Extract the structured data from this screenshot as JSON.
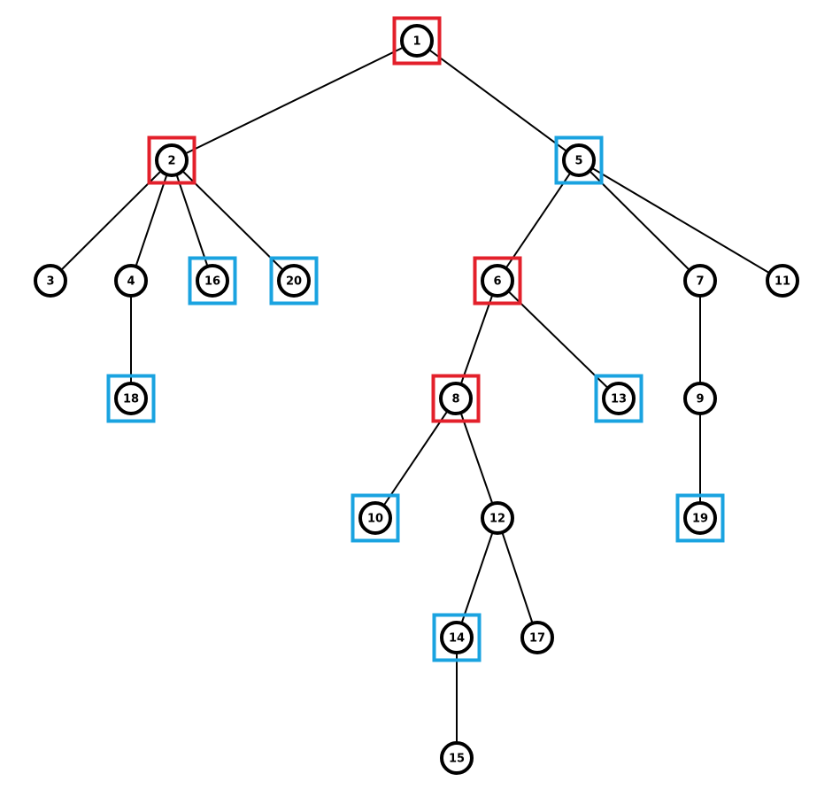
{
  "colors": {
    "red": "#e3202b",
    "blue": "#1aa3e0"
  },
  "nodes": [
    {
      "id": "1",
      "highlight": "red"
    },
    {
      "id": "2",
      "highlight": "red"
    },
    {
      "id": "5",
      "highlight": "blue"
    },
    {
      "id": "3",
      "highlight": null
    },
    {
      "id": "4",
      "highlight": null
    },
    {
      "id": "16",
      "highlight": "blue"
    },
    {
      "id": "20",
      "highlight": "blue"
    },
    {
      "id": "6",
      "highlight": "red"
    },
    {
      "id": "7",
      "highlight": null
    },
    {
      "id": "11",
      "highlight": null
    },
    {
      "id": "18",
      "highlight": "blue"
    },
    {
      "id": "8",
      "highlight": "red"
    },
    {
      "id": "13",
      "highlight": "blue"
    },
    {
      "id": "9",
      "highlight": null
    },
    {
      "id": "10",
      "highlight": "blue"
    },
    {
      "id": "12",
      "highlight": null
    },
    {
      "id": "19",
      "highlight": "blue"
    },
    {
      "id": "14",
      "highlight": "blue"
    },
    {
      "id": "17",
      "highlight": null
    },
    {
      "id": "15",
      "highlight": null
    }
  ],
  "edges": [
    [
      "1",
      "2"
    ],
    [
      "1",
      "5"
    ],
    [
      "2",
      "3"
    ],
    [
      "2",
      "4"
    ],
    [
      "2",
      "16"
    ],
    [
      "2",
      "20"
    ],
    [
      "4",
      "18"
    ],
    [
      "5",
      "6"
    ],
    [
      "5",
      "7"
    ],
    [
      "5",
      "11"
    ],
    [
      "6",
      "8"
    ],
    [
      "6",
      "13"
    ],
    [
      "7",
      "9"
    ],
    [
      "9",
      "19"
    ],
    [
      "8",
      "10"
    ],
    [
      "8",
      "12"
    ],
    [
      "12",
      "14"
    ],
    [
      "12",
      "17"
    ],
    [
      "14",
      "15"
    ]
  ]
}
